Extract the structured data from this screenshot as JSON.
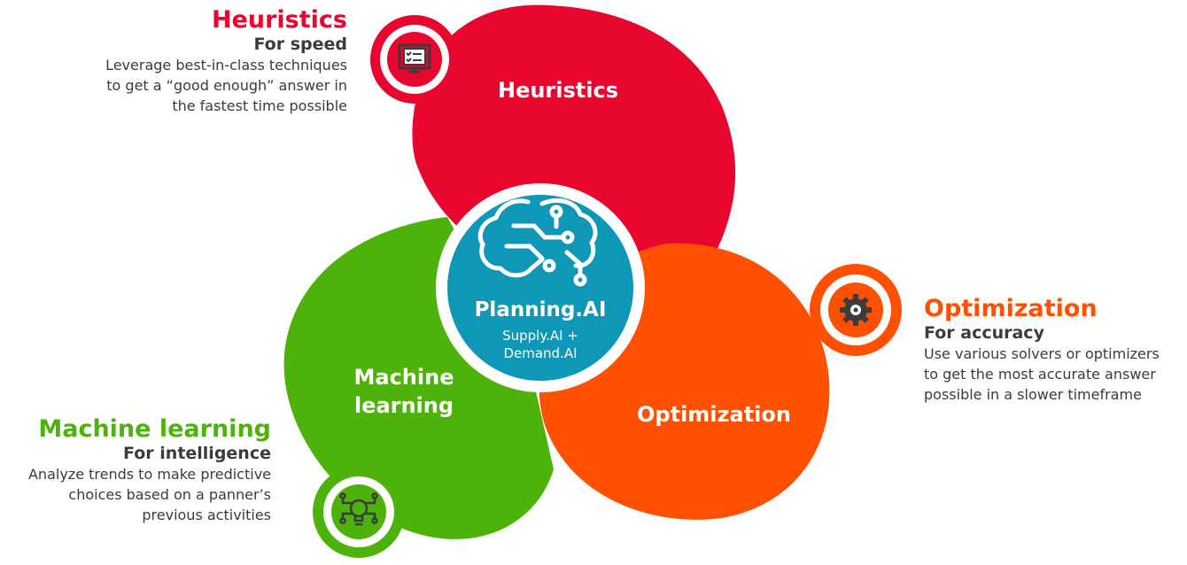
{
  "center": {
    "title": "Planning.AI",
    "subtitle_line1": "Supply.AI +",
    "subtitle_line2": "Demand.AI",
    "icon": "brain-circuit-icon"
  },
  "petals": {
    "heuristics": {
      "label": "Heuristics"
    },
    "machine_learning": {
      "label_line1": "Machine",
      "label_line2": "learning"
    },
    "optimization": {
      "label": "Optimization"
    }
  },
  "callouts": {
    "heuristics": {
      "title": "Heuristics",
      "subtitle": "For speed",
      "desc_line1": "Leverage best-in-class techniques",
      "desc_line2": "to get a “good enough” answer in",
      "desc_line3": "the fastest time possible",
      "icon": "checklist-monitor-icon"
    },
    "optimization": {
      "title": "Optimization",
      "subtitle": "For accuracy",
      "desc_line1": "Use various solvers or optimizers",
      "desc_line2": "to get the most accurate answer",
      "desc_line3": "possible in a slower timeframe",
      "icon": "gear-icon"
    },
    "machine_learning": {
      "title": "Machine learning",
      "subtitle": "For intelligence",
      "desc_line1": "Analyze trends to make predictive",
      "desc_line2": "choices based on a panner’s",
      "desc_line3": "previous activities",
      "icon": "ai-chip-bulb-icon"
    }
  },
  "colors": {
    "red": "#e8062f",
    "green": "#4db30b",
    "orange": "#ff5002",
    "blue": "#0f97b8",
    "text": "#3b3b3b"
  }
}
